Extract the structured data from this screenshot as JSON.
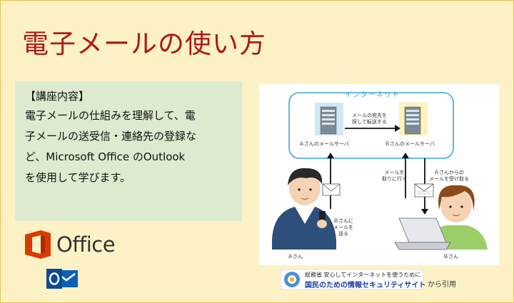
{
  "title": "電子メールの使い方",
  "content": {
    "heading": "【講座内容】",
    "lines": [
      "電子メールの仕組みを理解して、電",
      "子メールの送受信・連絡先の登録な",
      "ど、Microsoft Office のOutlook",
      "を使用して学びます。"
    ]
  },
  "office_logo": {
    "text": "Office",
    "icon": "office-icon"
  },
  "outlook_icon": {
    "letter": "o",
    "icon": "outlook-icon"
  },
  "diagram": {
    "network_label": "インターネット",
    "server_a_label": "Ａさんのメールサーバ",
    "server_b_label": "Ｂさんのメールサーバ",
    "forward_note_1": "メールの宛先を",
    "forward_note_2": "探して転送する",
    "fetch_note_1": "メールを",
    "fetch_note_2": "取りに行く",
    "receive_note_1": "Ａさんからの",
    "receive_note_2": "メールを受け取る",
    "send_note_1": "Ｂさんに",
    "send_note_2": "メールを",
    "send_note_3": "送る",
    "person_a_label": "Ａさん",
    "person_b_label": "Ｂさん"
  },
  "credit": {
    "line1": "総務省 安心してインターネットを使うために",
    "line2": "国民のための情報セキュリティサイト",
    "suffix": "から引用"
  },
  "colors": {
    "background": "#fdf2c6",
    "title": "#b01818",
    "content_box": "#dcebcf",
    "office_orange": "#d83b01",
    "outlook_blue": "#0f5fb8",
    "network": "#3fa5d8"
  }
}
